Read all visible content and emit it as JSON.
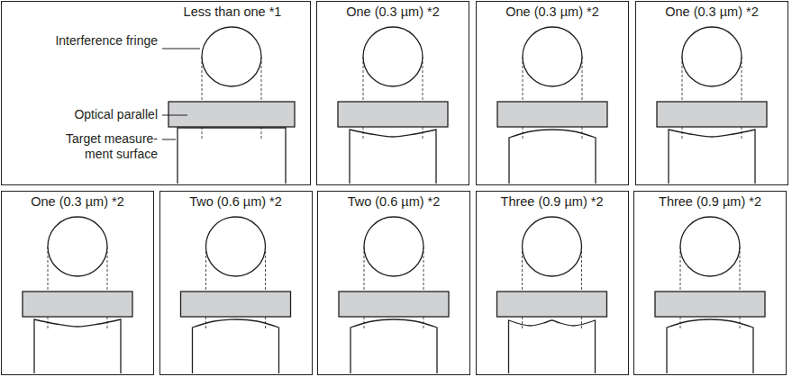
{
  "diagram": {
    "nodes": [
      {
        "text": [
          "Less than one *1"
        ]
      },
      {
        "text": [
          "One (0.3 µm) *2"
        ]
      },
      {
        "text": [
          "One (0.3 µm) *2"
        ]
      },
      {
        "text": [
          "One (0.3 µm) *2"
        ]
      },
      {
        "text": [
          "One (0.3 µm) *2"
        ]
      },
      {
        "text": [
          "Two (0.6 µm) *2"
        ]
      },
      {
        "text": [
          "Two (0.6 µm) *2"
        ]
      },
      {
        "text": [
          "Three (0.9 µm) *2"
        ]
      },
      {
        "text": [
          "Three (0.9 µm) *2"
        ]
      }
    ],
    "labels": [
      "Interference fringe",
      "Optical parallel",
      "Target measure- ment surface"
    ]
  }
}
